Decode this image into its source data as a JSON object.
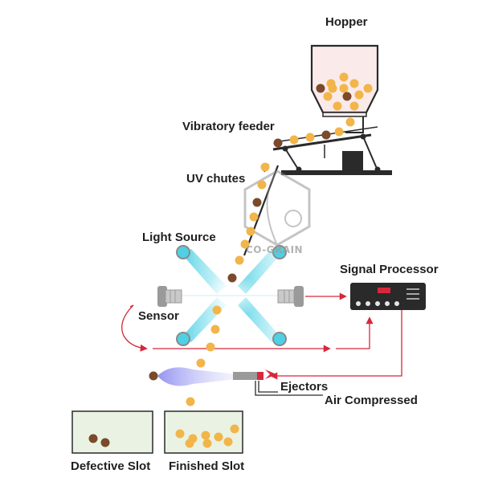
{
  "labels": {
    "hopper": "Hopper",
    "vibratory_feeder": "Vibratory feeder",
    "uv_chutes": "UV chutes",
    "light_source": "Light Source",
    "sensor": "Sensor",
    "signal_processor": "Signal Processor",
    "ejectors": "Ejectors",
    "air_compressed": "Air Compressed",
    "defective_slot": "Defective Slot",
    "finished_slot": "Finished Slot"
  },
  "watermark": {
    "text": "CO-GRAIN"
  },
  "colors": {
    "good_grain": "#f2b54a",
    "defective_grain": "#7a4a2a",
    "signal_line": "#d6283c",
    "light_beam": "#4fd0e4",
    "air_jet": "#9fa0f0",
    "hopper_fill": "#fbeaea",
    "slot_fill": "#eaf3e3",
    "machine_dark": "#2a2a2a"
  }
}
